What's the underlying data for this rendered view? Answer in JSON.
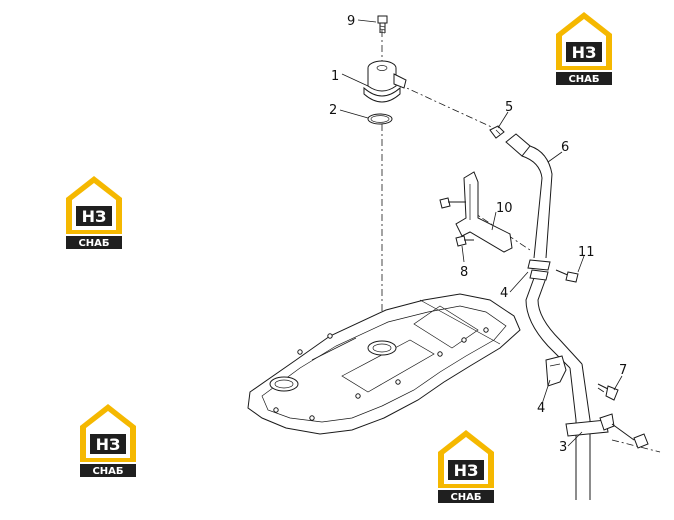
{
  "callouts": [
    {
      "id": "9",
      "text": "9"
    },
    {
      "id": "1",
      "text": "1"
    },
    {
      "id": "2",
      "text": "2"
    },
    {
      "id": "5",
      "text": "5"
    },
    {
      "id": "6",
      "text": "6"
    },
    {
      "id": "10",
      "text": "10"
    },
    {
      "id": "11",
      "text": "11"
    },
    {
      "id": "8",
      "text": "8"
    },
    {
      "id": "4a",
      "text": "4"
    },
    {
      "id": "7",
      "text": "7"
    },
    {
      "id": "4b",
      "text": "4"
    },
    {
      "id": "3",
      "text": "3"
    }
  ],
  "watermark": {
    "mark": "НЗ",
    "caption": "СНАБ",
    "colors": {
      "yellow": "#f5b800",
      "dark": "#1f1f1f",
      "white": "#ffffff"
    }
  }
}
